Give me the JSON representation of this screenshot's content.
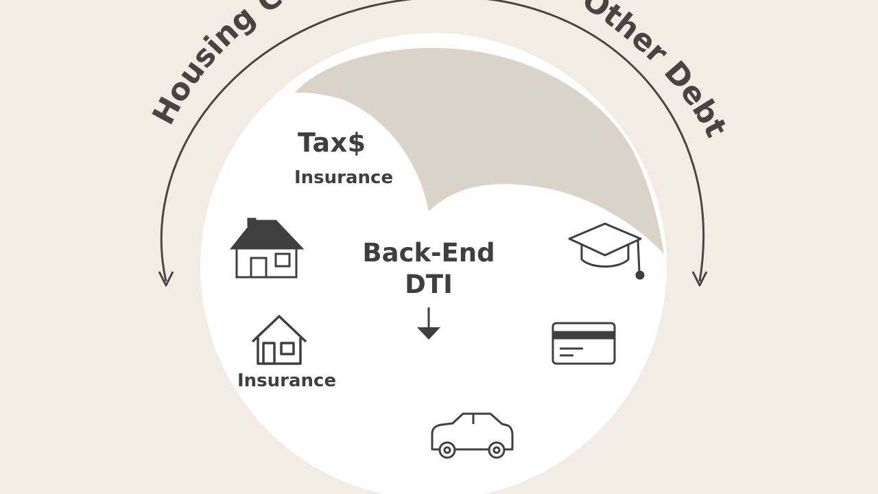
{
  "arc_title": {
    "left": "Housing Co",
    "right": "l Other Debts"
  },
  "labels": {
    "tax": "Tax$",
    "insurance_top": "Insurance",
    "insurance_bottom": "Insurance",
    "back_end_line1": "Back-End",
    "back_end_line2": "DTI"
  },
  "icons": [
    "house-icon",
    "small-house-icon",
    "graduation-cap-icon",
    "credit-card-icon",
    "car-icon",
    "down-arrow-icon",
    "left-curved-arrow-icon",
    "right-curved-arrow-icon"
  ],
  "colors": {
    "background": "#f2ece4",
    "circle": "#ffffff",
    "shaded_region": "#d9d3c9",
    "ink": "#3f3f3f"
  }
}
